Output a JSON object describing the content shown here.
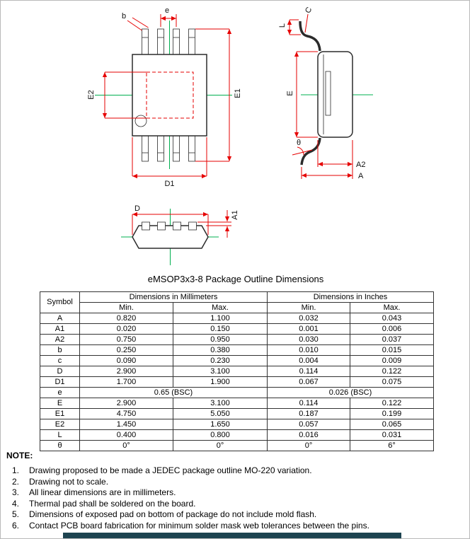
{
  "page": {
    "title": "eMSOP3x3-8 Package Outline Dimensions",
    "accent_red": "#e60000",
    "accent_green": "#00b050"
  },
  "drawings": {
    "top_view": {
      "b": "b",
      "e": "e",
      "e2": "E2",
      "e1": "E1",
      "d1": "D1"
    },
    "side_view": {
      "l": "L",
      "c": "C",
      "e": "E",
      "theta": "θ",
      "a2": "A2",
      "a": "A"
    },
    "front_view": {
      "d": "D",
      "a1": "A1"
    }
  },
  "table": {
    "symbol_header": "Symbol",
    "group_headers": {
      "mm": "Dimensions in Millimeters",
      "inch": "Dimensions in Inches"
    },
    "sub_headers": {
      "min": "Min.",
      "max": "Max."
    },
    "rows": [
      {
        "symbol": "A",
        "v": [
          "0.820",
          "1.100",
          "0.032",
          "0.043"
        ]
      },
      {
        "symbol": "A1",
        "v": [
          "0.020",
          "0.150",
          "0.001",
          "0.006"
        ]
      },
      {
        "symbol": "A2",
        "v": [
          "0.750",
          "0.950",
          "0.030",
          "0.037"
        ]
      },
      {
        "symbol": "b",
        "v": [
          "0.250",
          "0.380",
          "0.010",
          "0.015"
        ]
      },
      {
        "symbol": "c",
        "v": [
          "0.090",
          "0.230",
          "0.004",
          "0.009"
        ]
      },
      {
        "symbol": "D",
        "v": [
          "2.900",
          "3.100",
          "0.114",
          "0.122"
        ]
      },
      {
        "symbol": "D1",
        "v": [
          "1.700",
          "1.900",
          "0.067",
          "0.075"
        ]
      },
      {
        "symbol": "E",
        "v": [
          "2.900",
          "3.100",
          "0.114",
          "0.122"
        ]
      },
      {
        "symbol": "E1",
        "v": [
          "4.750",
          "5.050",
          "0.187",
          "0.199"
        ]
      },
      {
        "symbol": "E2",
        "v": [
          "1.450",
          "1.650",
          "0.057",
          "0.065"
        ]
      },
      {
        "symbol": "L",
        "v": [
          "0.400",
          "0.800",
          "0.016",
          "0.031"
        ]
      },
      {
        "symbol": "θ",
        "v": [
          "0°",
          "0°",
          "0°",
          "6°"
        ]
      }
    ],
    "bsc_row": {
      "symbol": "e",
      "mm": "0.65 (BSC)",
      "inch": "0.026 (BSC)"
    }
  },
  "notes": {
    "heading": "NOTE:",
    "items": [
      {
        "no": "1.",
        "text": "Drawing proposed to be made a JEDEC package outline MO-220 variation."
      },
      {
        "no": "2.",
        "text": "Drawing not to scale."
      },
      {
        "no": "3.",
        "text": "All linear dimensions are in millimeters."
      },
      {
        "no": "4.",
        "text": "Thermal pad shall be soldered on the board."
      },
      {
        "no": "5.",
        "text": "Dimensions of exposed pad on bottom of package do not include mold flash."
      },
      {
        "no": "6.",
        "text": "Contact PCB board fabrication for minimum solder mask web tolerances between the pins."
      }
    ]
  }
}
